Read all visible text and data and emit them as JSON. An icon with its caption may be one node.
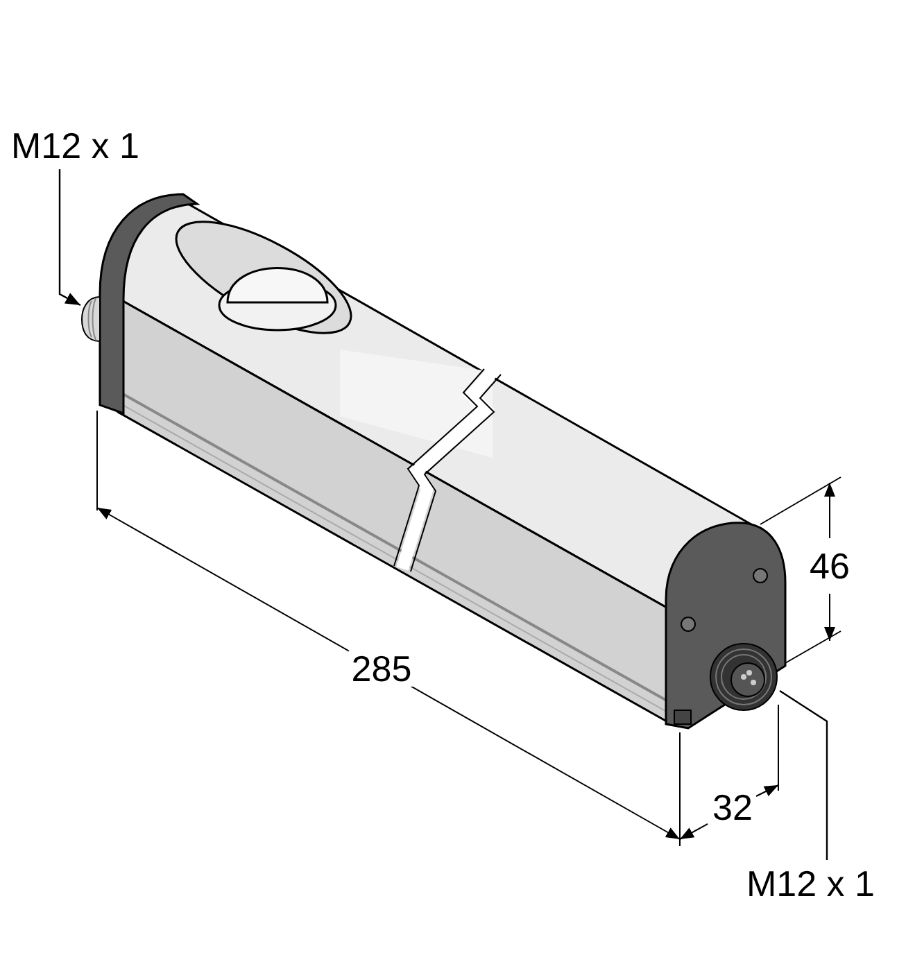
{
  "diagram": {
    "nodes": [
      {
        "text": [
          "M12 x 1"
        ]
      },
      {
        "text": [],
        "shape": "cylinder"
      },
      {
        "text": [],
        "shape": "picture"
      },
      {
        "text": [
          "M12 x 1"
        ]
      }
    ],
    "edges": [
      {
        "from": 0,
        "to": 1,
        "arrow": "to"
      },
      {
        "from": 3,
        "to": 2,
        "arrow": "none"
      }
    ],
    "labels": [
      "46",
      "285",
      "32"
    ]
  }
}
